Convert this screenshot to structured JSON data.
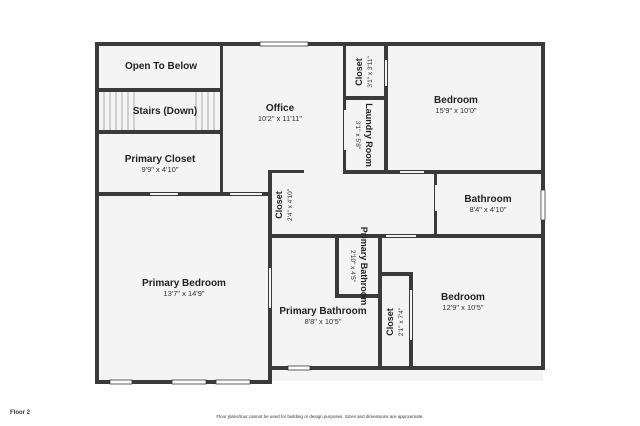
{
  "floor_label": "Floor 2",
  "disclaimer": "Floor plans/tour cannot be used for building or design purposes. Sizes and dimensions are approximate.",
  "colors": {
    "wall": "#3a3a3a",
    "floor": "#f4f4f4",
    "window": "#ffffff"
  },
  "rooms": {
    "open_to_below": {
      "name": "Open To Below"
    },
    "stairs": {
      "name": "Stairs (Down)"
    },
    "office": {
      "name": "Office",
      "dims": "10'2\" x 11'11\""
    },
    "primary_closet": {
      "name": "Primary Closet",
      "dims": "9'9\" x 4'10\""
    },
    "primary_bedroom": {
      "name": "Primary Bedroom",
      "dims": "13'7\" x 14'9\""
    },
    "closet_top": {
      "name": "Closet",
      "dims": "3'1\" x 3'11\""
    },
    "laundry": {
      "name": "Laundry Room",
      "dims": "3'1\" x 5'8\""
    },
    "bedroom_top": {
      "name": "Bedroom",
      "dims": "15'9\" x 10'0\""
    },
    "bathroom": {
      "name": "Bathroom",
      "dims": "8'4\" x 4'10\""
    },
    "closet_hall": {
      "name": "Closet",
      "dims": "2'4\" x 4'10\""
    },
    "primary_bath_small": {
      "name": "Primary Bathroom",
      "dims": "2'10\" x 4'5\""
    },
    "primary_bathroom": {
      "name": "Primary Bathroom",
      "dims": "8'8\" x 10'5\""
    },
    "closet_bottom": {
      "name": "Closet",
      "dims": "2'1\" x 7'4\""
    },
    "bedroom_bottom": {
      "name": "Bedroom",
      "dims": "12'9\" x 10'5\""
    }
  }
}
